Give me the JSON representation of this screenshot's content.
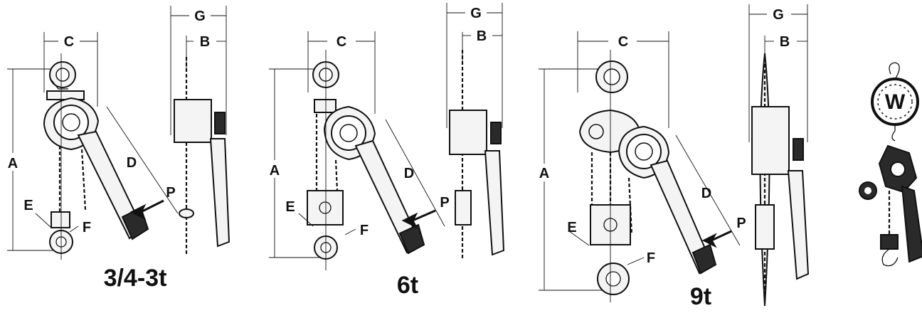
{
  "dimension_labels": {
    "a": "A",
    "b": "B",
    "c": "C",
    "d": "D",
    "e": "E",
    "f": "F",
    "g": "G",
    "p": "P"
  },
  "captions": {
    "small": "3/4-3t",
    "medium": "6t",
    "large": "9t"
  },
  "icon_symbol": "W",
  "icons": [
    "lever-hoist-icon",
    "weight-scale-icon",
    "hook-icon",
    "arrow-icon"
  ]
}
